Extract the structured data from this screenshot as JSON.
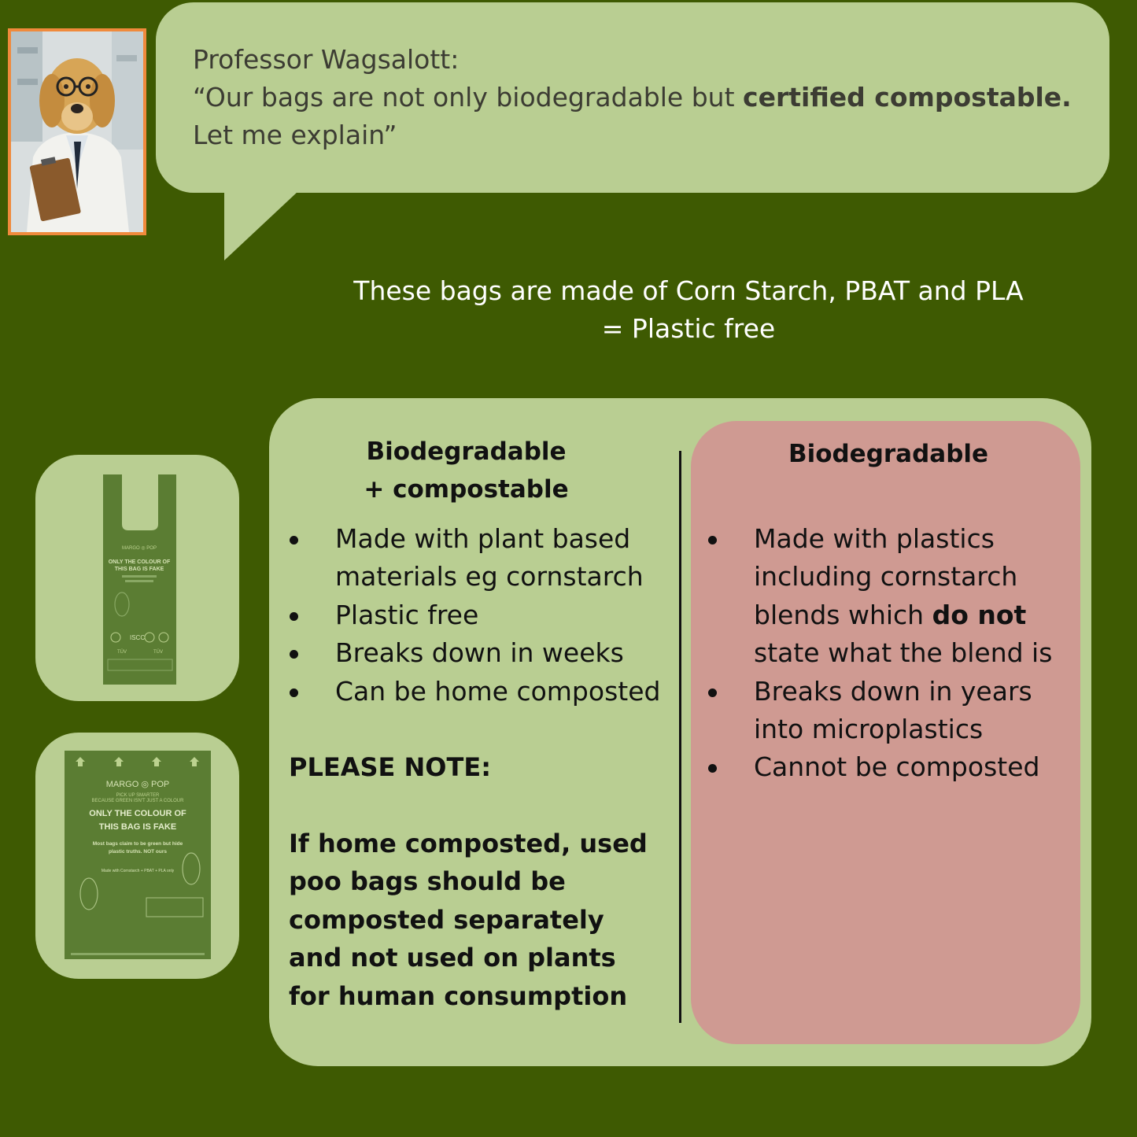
{
  "speaker": {
    "name": "Professor Wagsalott:",
    "quote_lead": "“Our bags are not only biodegradable but ",
    "quote_strong": "certified compostable.",
    "quote_tail": "Let me explain”"
  },
  "intro": {
    "line1": "These bags are made of Corn Starch, PBAT and PLA",
    "line2": "= Plastic free"
  },
  "compostable": {
    "title_line1": "Biodegradable",
    "title_line2": "+ compostable",
    "items": [
      "Made with plant based materials eg cornstarch",
      "Plastic free",
      "Breaks down in weeks",
      "Can be home composted"
    ],
    "note_heading": "PLEASE NOTE:",
    "note_body": "If home composted, used poo bags should be composted separately and not used on plants for human consumption"
  },
  "biodegradable": {
    "title": "Biodegradable",
    "item1_lead": "Made with plastics including cornstarch blends which ",
    "item1_strong": "do not",
    "item1_tail": " state what the blend is",
    "items": [
      "Breaks down in years into microplastics",
      "Cannot be composted"
    ]
  },
  "bag_tall": {
    "brand": "MARGO",
    "brand2": "POP",
    "headline1": "ONLY THE COLOUR OF",
    "headline2": "THIS BAG IS FAKE",
    "cert": "ISCC",
    "cert2": "TÜV"
  },
  "bag_flat": {
    "brand": "MARGO",
    "brand2": "POP",
    "tagline1": "PICK UP SMARTER",
    "tagline2": "BECAUSE GREEN ISN'T JUST A COLOUR",
    "headline1": "ONLY THE COLOUR OF",
    "headline2": "THIS BAG IS FAKE",
    "sub1": "Most bags claim to be green but hide",
    "sub2": "plastic truths. NOT ours",
    "made_with": "Made with Cornstarch + PBAT + PLA only"
  },
  "colors": {
    "background": "#3e5a02",
    "panel": "#b9ce92",
    "warning_panel": "#cf9a92",
    "portrait_frame": "#f08a3c",
    "bag_green": "#5b7d33"
  }
}
